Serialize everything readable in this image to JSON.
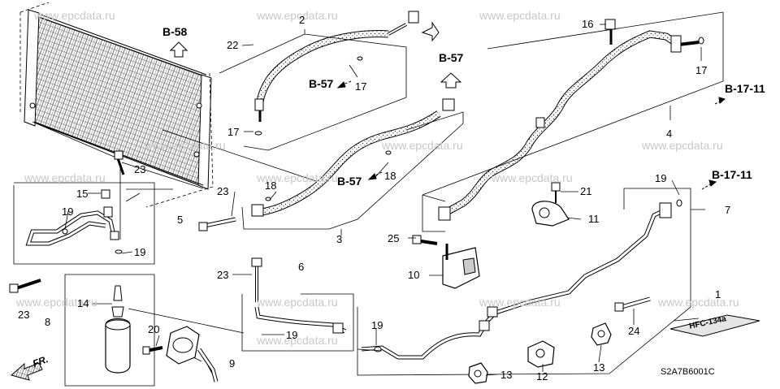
{
  "watermark": "www.epcdata.ru",
  "diagram_code": "S2A7B6001C",
  "front_marker": "FR.",
  "label_tag_text": "HFC-134a",
  "refs": {
    "b58": "B-58",
    "b57_top": "B-57",
    "b57_mid": "B-57",
    "b57_low": "B-57",
    "b1711_top": "B-17-11",
    "b1711_low": "B-17-11"
  },
  "parts": {
    "p1": "1",
    "p2": "2",
    "p3": "3",
    "p4": "4",
    "p5": "5",
    "p6": "6",
    "p7": "7",
    "p8": "8",
    "p9": "9",
    "p10": "10",
    "p11": "11",
    "p12": "12",
    "p13a": "13",
    "p13b": "13",
    "p14": "14",
    "p15": "15",
    "p16": "16",
    "p17a": "17",
    "p17b": "17",
    "p17c": "17",
    "p18a": "18",
    "p18b": "18",
    "p19a": "19",
    "p19b": "19",
    "p19c": "19",
    "p19d": "19",
    "p19e": "19",
    "p20": "20",
    "p21": "21",
    "p22": "22",
    "p23a": "23",
    "p23b": "23",
    "p23c": "23",
    "p23d": "23",
    "p24": "24",
    "p25": "25"
  }
}
